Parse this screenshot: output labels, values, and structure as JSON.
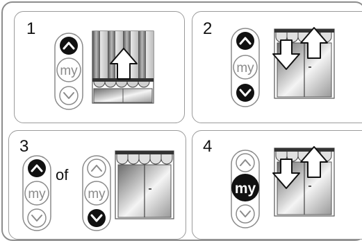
{
  "steps": [
    {
      "number": "1"
    },
    {
      "number": "2"
    },
    {
      "number": "3",
      "connector": "of"
    },
    {
      "number": "4"
    }
  ],
  "remote": {
    "my_label": "my"
  },
  "colors": {
    "active": "#111111",
    "inactive_stroke": "#8a8a8a",
    "frame": "#8c8c8c",
    "panel_border": "#9a9a9a"
  }
}
